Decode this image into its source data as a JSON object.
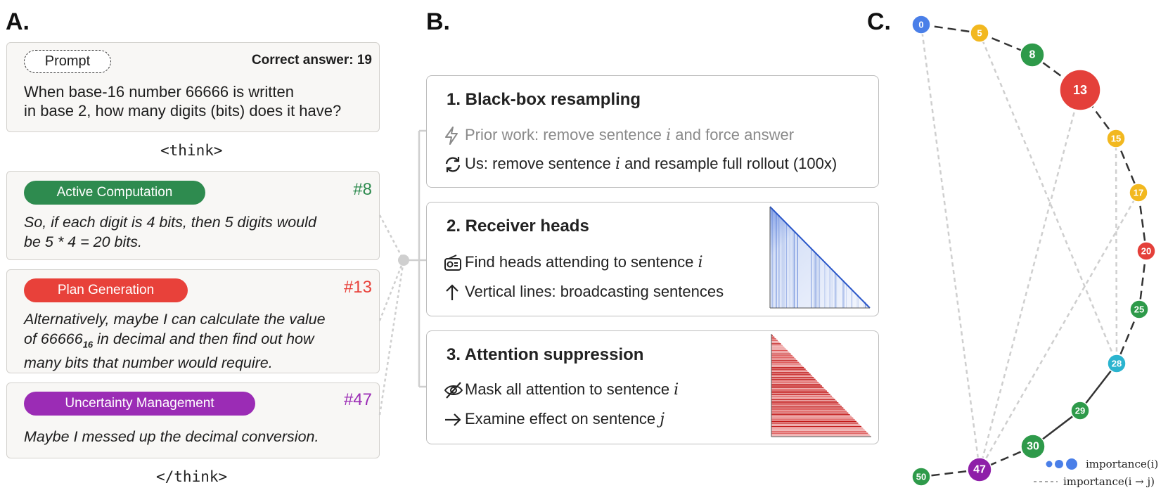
{
  "panel_a": {
    "letter": "A.",
    "prompt_pill": "Prompt",
    "correct_answer": "Correct answer: 19",
    "prompt_line1": "When base-16 number 66666 is written",
    "prompt_line2": "in base 2, how many digits (bits) does it have?",
    "think_open": "<think>",
    "think_close": "</think>",
    "cards": [
      {
        "tag": "Active Computation",
        "color": "#2e8b4f",
        "number": "#8",
        "line1": "So, if each digit is 4 bits, then 5 digits would",
        "line2": "be 5 * 4 = 20 bits."
      },
      {
        "tag": "Plan Generation",
        "color": "#e8413a",
        "number": "#13",
        "line1": "Alternatively, maybe I can calculate the value",
        "line2_pre": "of 66666",
        "line2_sub": "16",
        "line2_post": " in decimal and then find out how",
        "line3": "many bits that number would require."
      },
      {
        "tag": "Uncertainty Management",
        "color": "#9b2cb5",
        "number": "#47",
        "line1": "Maybe I messed up the decimal conversion."
      }
    ]
  },
  "panel_b": {
    "letter": "B.",
    "boxes": [
      {
        "title": "1. Black-box resampling",
        "line1_pre": "Prior work: remove sentence ",
        "line1_var": "i",
        "line1_post": " and force answer",
        "line2_pre": "Us: remove sentence ",
        "line2_var": "i",
        "line2_post": " and resample full rollout (100x)",
        "icon1": "lightning-icon",
        "icon2": "refresh-icon"
      },
      {
        "title": "2. Receiver heads",
        "line1_pre": "Find heads attending to sentence ",
        "line1_var": "i",
        "line2": "Vertical lines: broadcasting sentences",
        "icon1": "radio-icon",
        "icon2": "arrow-up-icon"
      },
      {
        "title": "3. Attention suppression",
        "line1_pre": "Mask all attention to sentence ",
        "line1_var": "i",
        "line2_pre": "Examine effect on sentence ",
        "line2_var": "j",
        "icon1": "eye-off-icon",
        "icon2": "arrow-right-icon"
      }
    ]
  },
  "panel_c": {
    "letter": "C.",
    "colors": {
      "blue": "#4a7fe8",
      "yellow": "#f2b81f",
      "green": "#2e9a4a",
      "red": "#e4403a",
      "teal": "#2bb4cf",
      "purple": "#8e1fa8"
    },
    "nodes": [
      {
        "label": "0",
        "color": "blue",
        "importance": "small"
      },
      {
        "label": "5",
        "color": "yellow",
        "importance": "small"
      },
      {
        "label": "8",
        "color": "green",
        "importance": "medium"
      },
      {
        "label": "13",
        "color": "red",
        "importance": "large"
      },
      {
        "label": "15",
        "color": "yellow",
        "importance": "small"
      },
      {
        "label": "17",
        "color": "yellow",
        "importance": "small"
      },
      {
        "label": "20",
        "color": "red",
        "importance": "small"
      },
      {
        "label": "25",
        "color": "green",
        "importance": "small"
      },
      {
        "label": "28",
        "color": "teal",
        "importance": "small"
      },
      {
        "label": "29",
        "color": "green",
        "importance": "small"
      },
      {
        "label": "30",
        "color": "green",
        "importance": "medium"
      },
      {
        "label": "47",
        "color": "purple",
        "importance": "medium"
      },
      {
        "label": "50",
        "color": "green",
        "importance": "small"
      }
    ],
    "dependency_edges": [
      [
        "0",
        "47"
      ],
      [
        "5",
        "28"
      ],
      [
        "13",
        "47"
      ],
      [
        "15",
        "28"
      ],
      [
        "17",
        "47"
      ]
    ],
    "legend_node": "importance(i)",
    "legend_edge": "importance(i → j)"
  }
}
